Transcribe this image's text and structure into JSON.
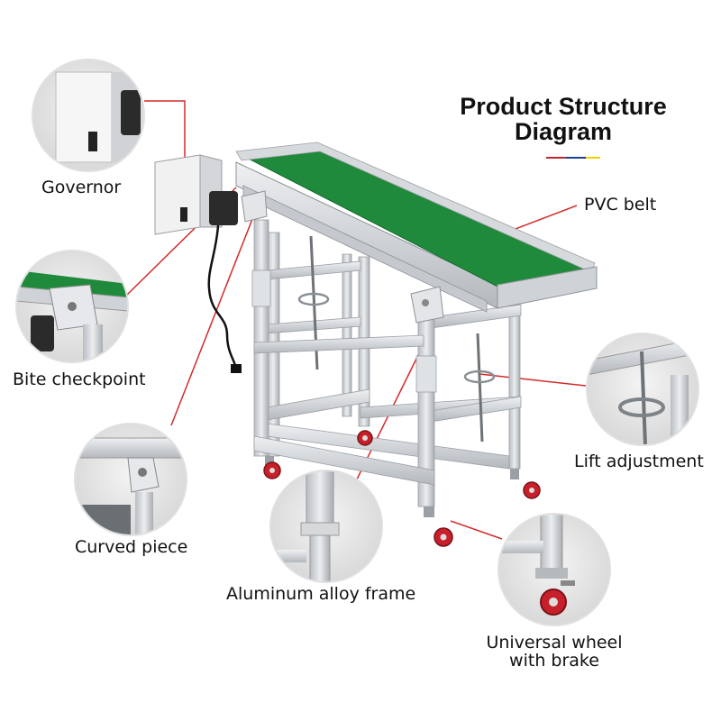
{
  "title": {
    "line1": "Product Structure",
    "line2": "Diagram",
    "rule_colors": [
      "#c0272d",
      "#1c3f94",
      "#f2d000"
    ]
  },
  "callouts": {
    "governor": "Governor",
    "bite_checkpoint": "Bite checkpoint",
    "curved_piece": "Curved piece",
    "aluminum_frame": "Aluminum alloy frame",
    "pvc_belt": "PVC belt",
    "lift_adjustment": "Lift adjustment",
    "universal_wheel_line1": "Universal wheel",
    "universal_wheel_line2": "with brake"
  },
  "colors": {
    "leader_line": "#d42a2a",
    "belt": "#1f8a3c",
    "frame": "#c9ccd0",
    "wheel": "#c8202a"
  }
}
